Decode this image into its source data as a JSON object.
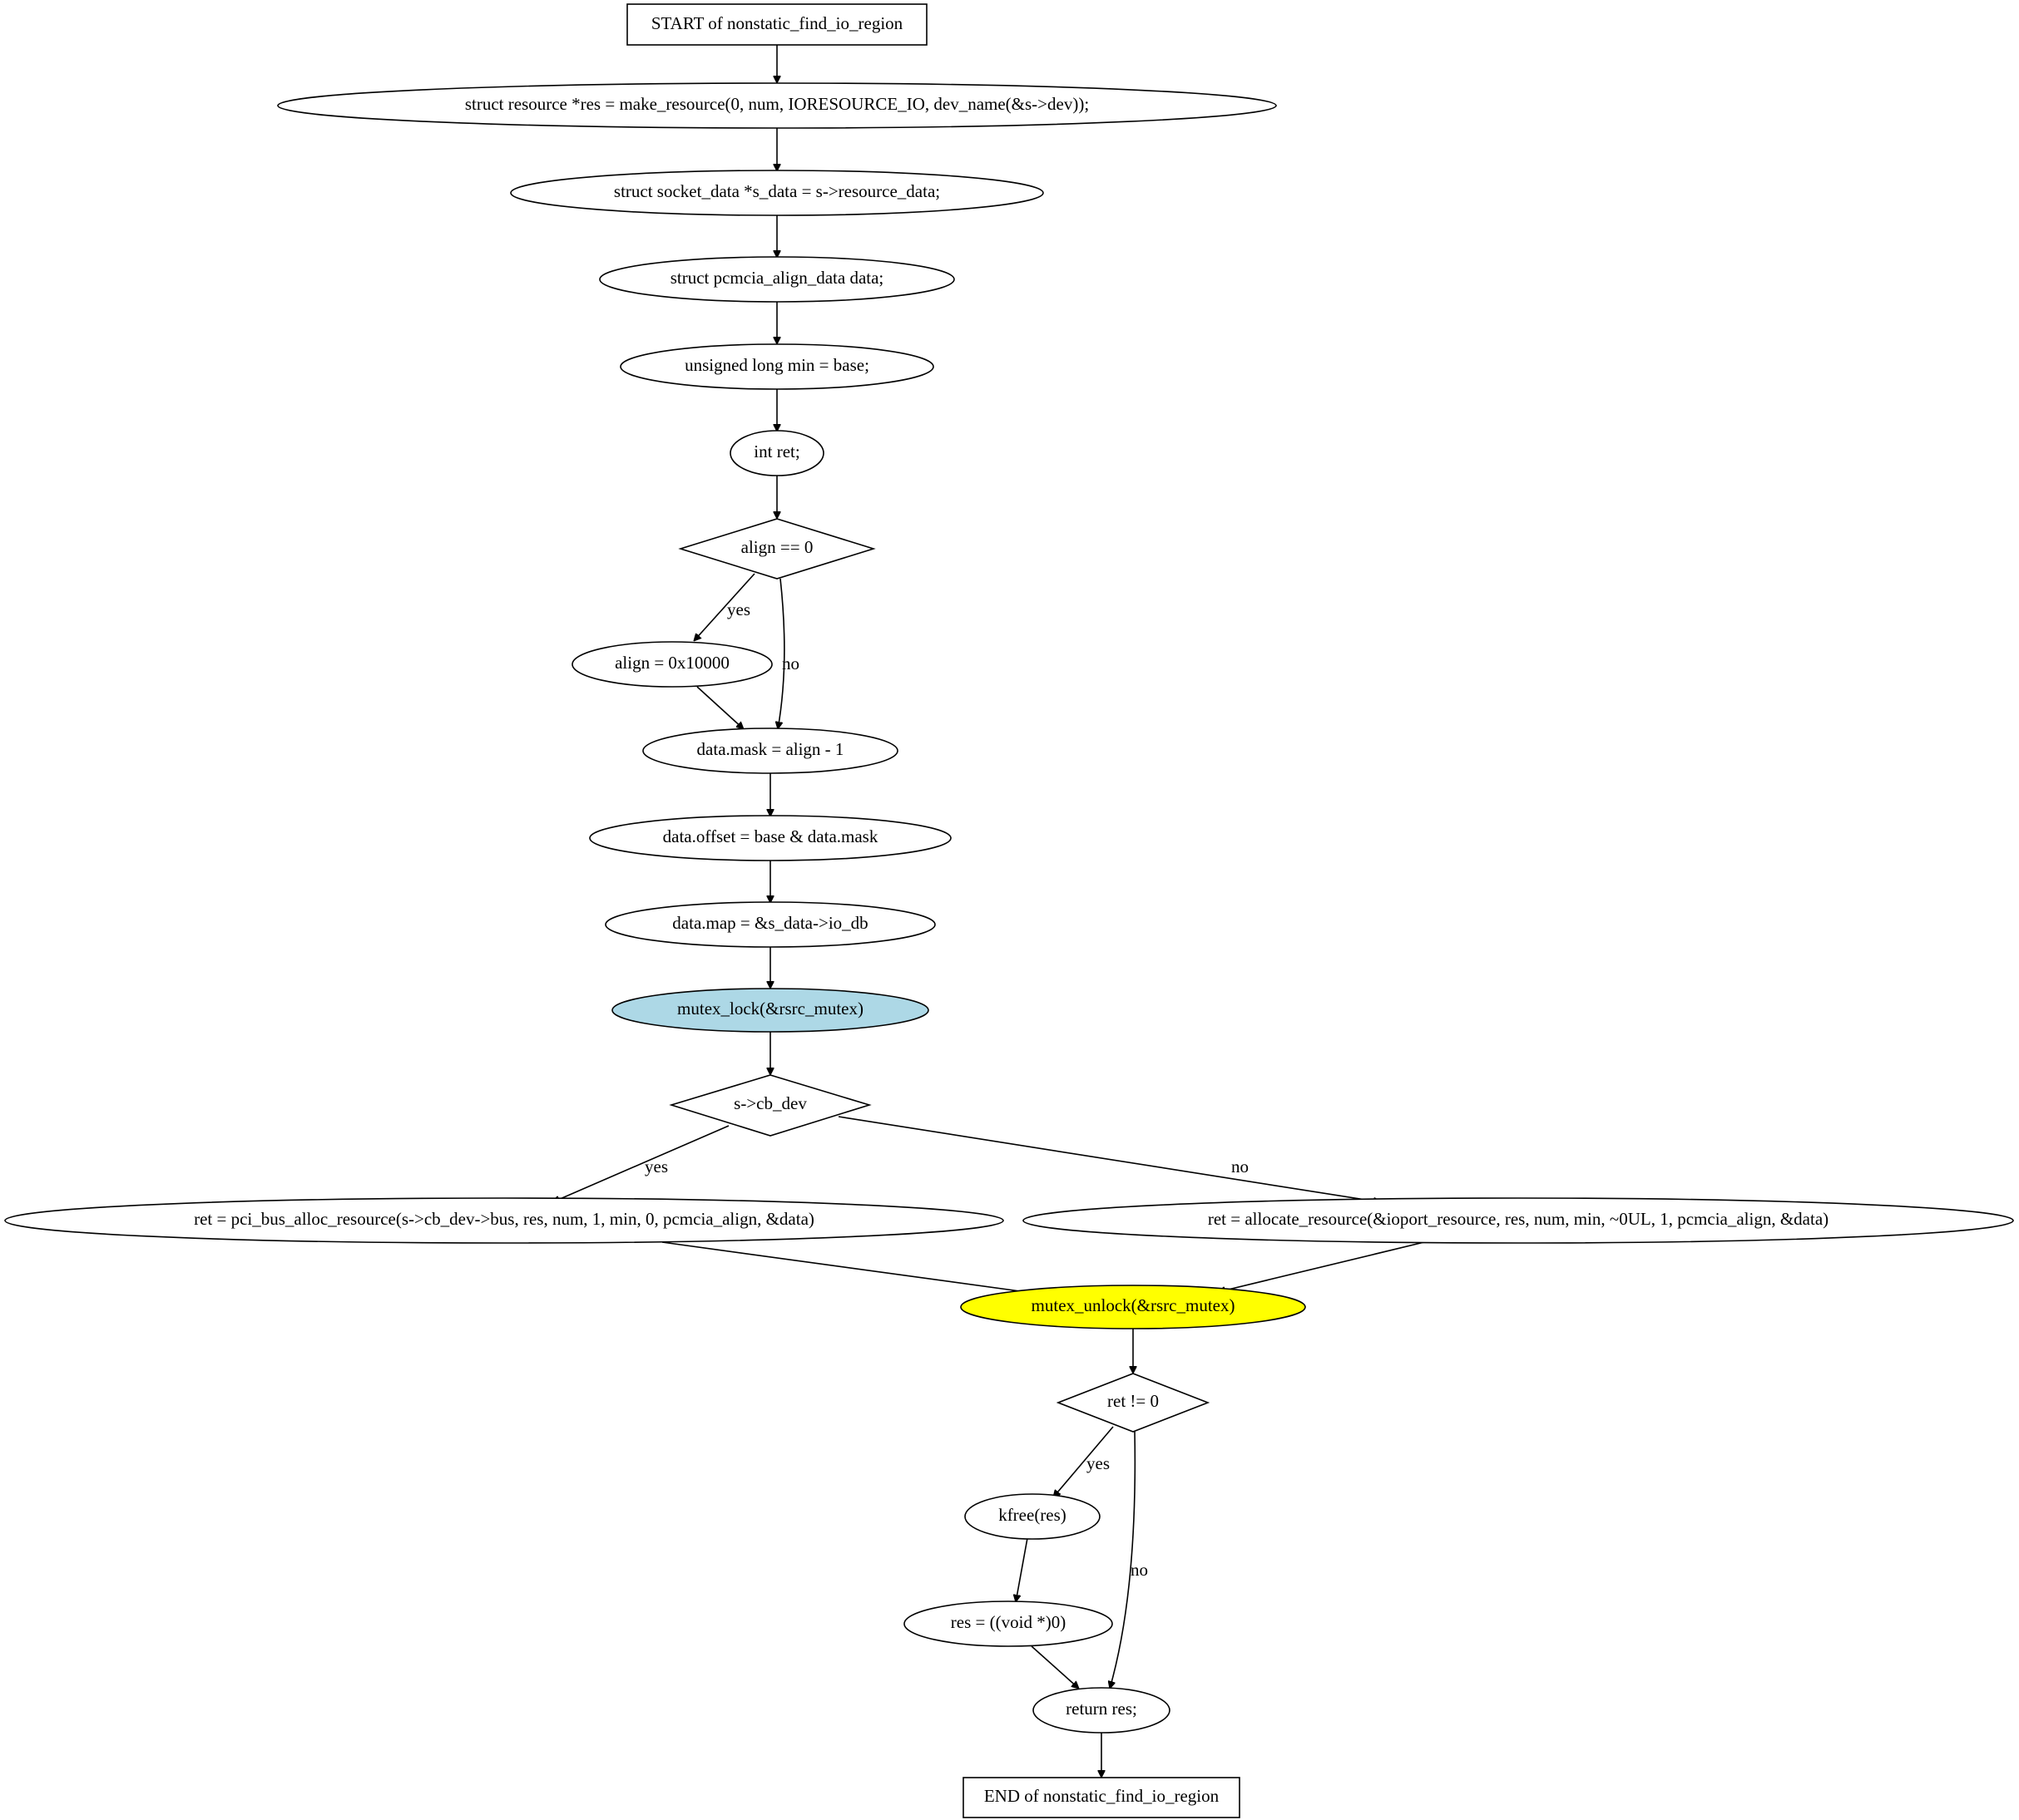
{
  "nodes": {
    "start": "START of nonstatic_find_io_region",
    "make_resource": "struct resource *res = make_resource(0, num, IORESOURCE_IO, dev_name(&s->dev));",
    "s_data": "struct socket_data *s_data = s->resource_data;",
    "align_data": "struct pcmcia_align_data data;",
    "min": "unsigned long min = base;",
    "ret_decl": "int ret;",
    "align_cond": "align == 0",
    "align_set": "align = 0x10000",
    "mask": "data.mask = align - 1",
    "offset": "data.offset = base & data.mask",
    "map": "data.map = &s_data->io_db",
    "lock": "mutex_lock(&rsrc_mutex)",
    "cb_cond": "s->cb_dev",
    "pci_alloc": "ret = pci_bus_alloc_resource(s->cb_dev->bus, res, num, 1, min, 0, pcmcia_align, &data)",
    "allocate": "ret = allocate_resource(&ioport_resource, res, num, min, ~0UL, 1, pcmcia_align, &data)",
    "unlock": "mutex_unlock(&rsrc_mutex)",
    "ret_cond": "ret != 0",
    "kfree": "kfree(res)",
    "res_null": "res = ((void *)0)",
    "return": "return res;",
    "end": "END of nonstatic_find_io_region"
  },
  "edge_labels": {
    "align_yes": "yes",
    "align_no": "no",
    "cb_yes": "yes",
    "cb_no": "no",
    "ret_yes": "yes",
    "ret_no": "no"
  },
  "colors": {
    "lock_fill": "#add8e6",
    "unlock_fill": "#ffff00",
    "default_fill": "#ffffff",
    "stroke": "#000000"
  }
}
